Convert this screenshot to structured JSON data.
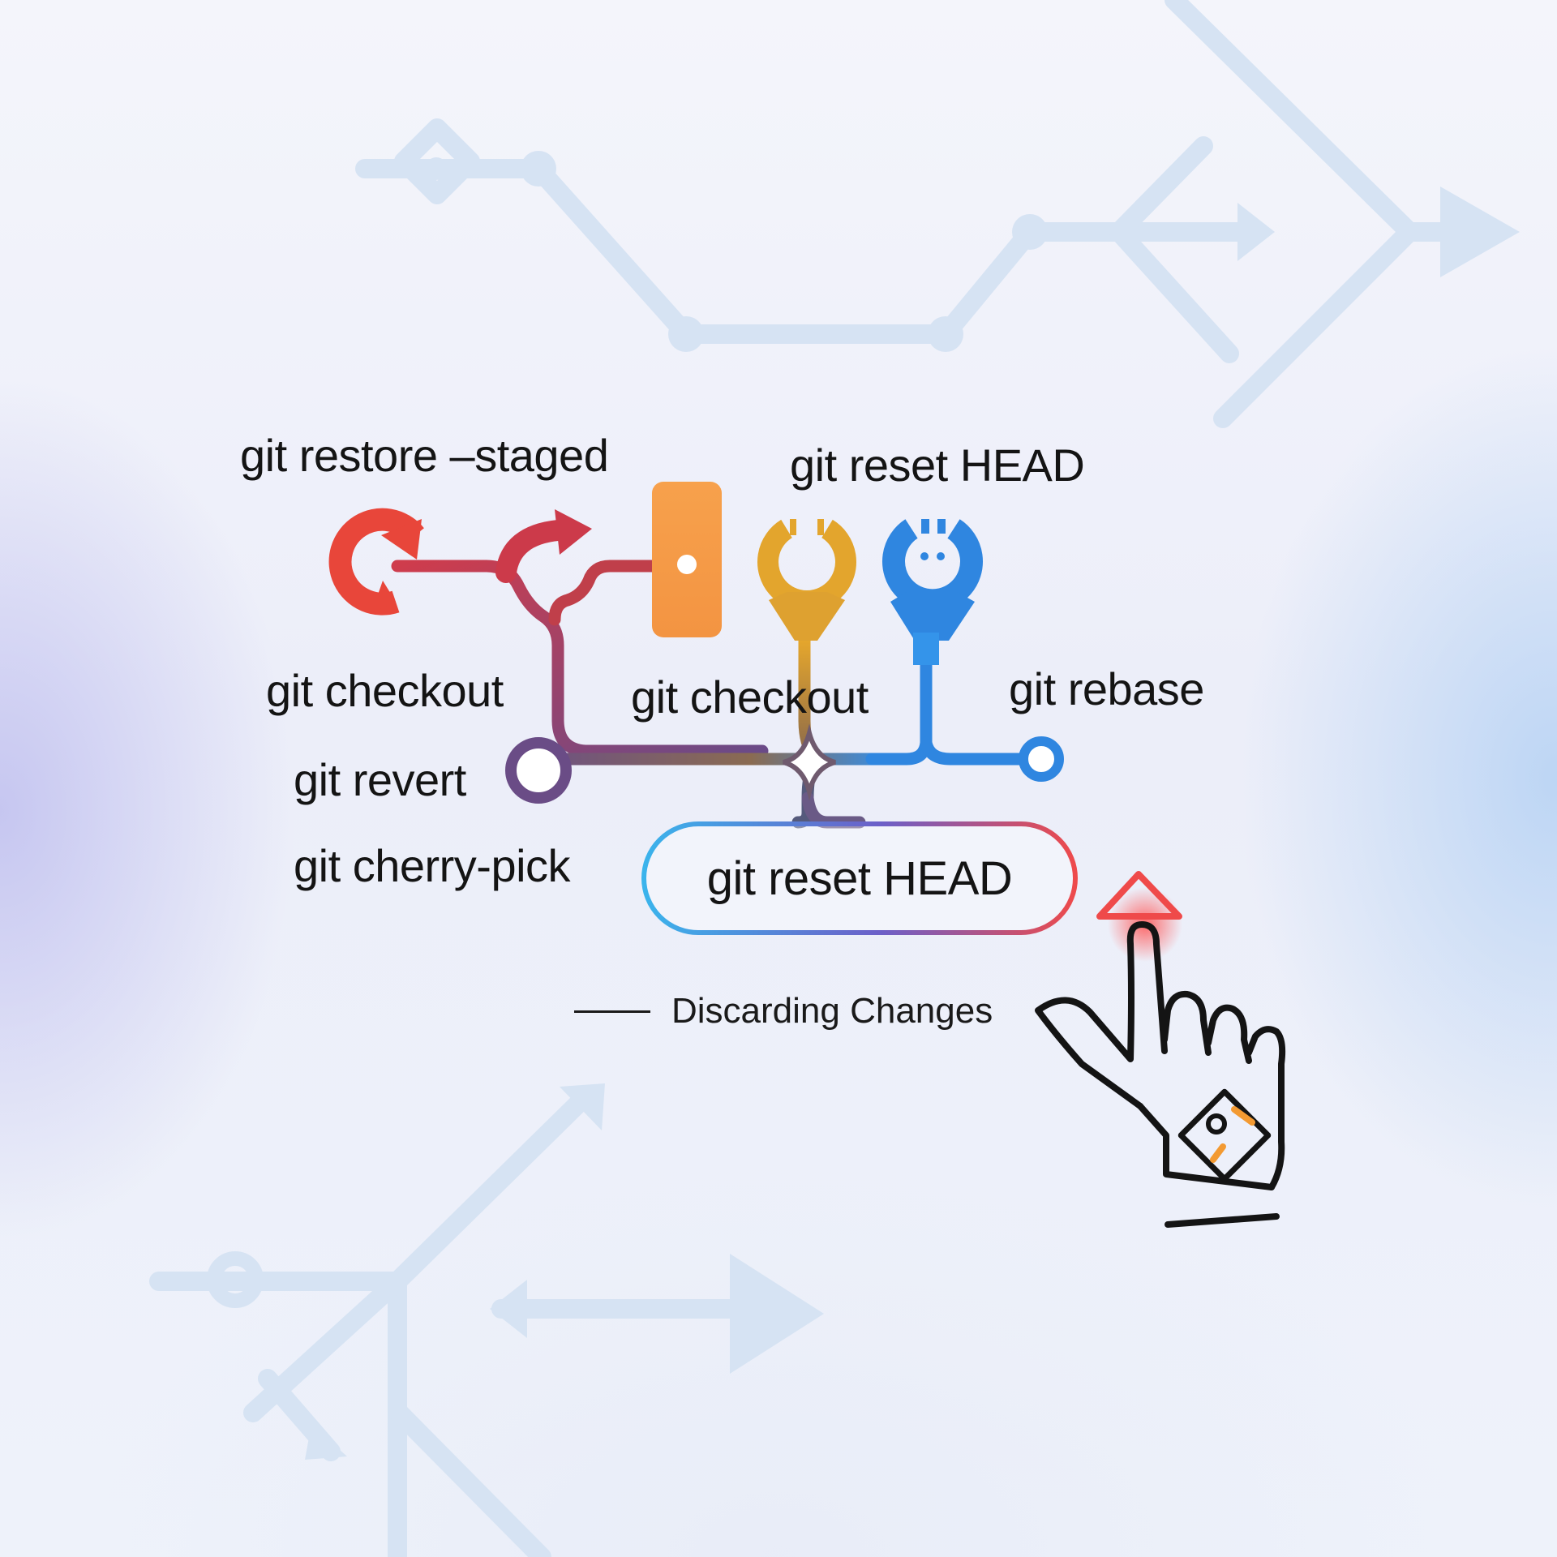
{
  "labels": {
    "restore_staged": "git restore –staged",
    "reset_head_top": "git reset HEAD",
    "checkout_left": "git checkout",
    "checkout_center": "git checkout",
    "rebase": "git rebase",
    "revert": "git revert",
    "cherry_pick": "git cherry-pick"
  },
  "button": {
    "label": "git reset HEAD"
  },
  "caption": {
    "text": "Discarding Changes"
  },
  "icons": {
    "restore": "circular-arrow-icon",
    "redo": "curved-arrow-icon",
    "block": "rounded-block-icon",
    "checkout": "wrench-head-icon",
    "rebase": "wrench-head-icon",
    "revert": "ring-node-icon",
    "rebase_end": "ring-node-icon",
    "pointer": "pointing-hand-icon",
    "cursor_marker": "triangle-icon"
  },
  "colors": {
    "red": "#e8463a",
    "crimson": "#c43a48",
    "orange": "#f5a04a",
    "gold": "#e3a52d",
    "blue": "#2f86e0",
    "purple": "#6a4f86",
    "background_lines": "#d6e3f3"
  }
}
